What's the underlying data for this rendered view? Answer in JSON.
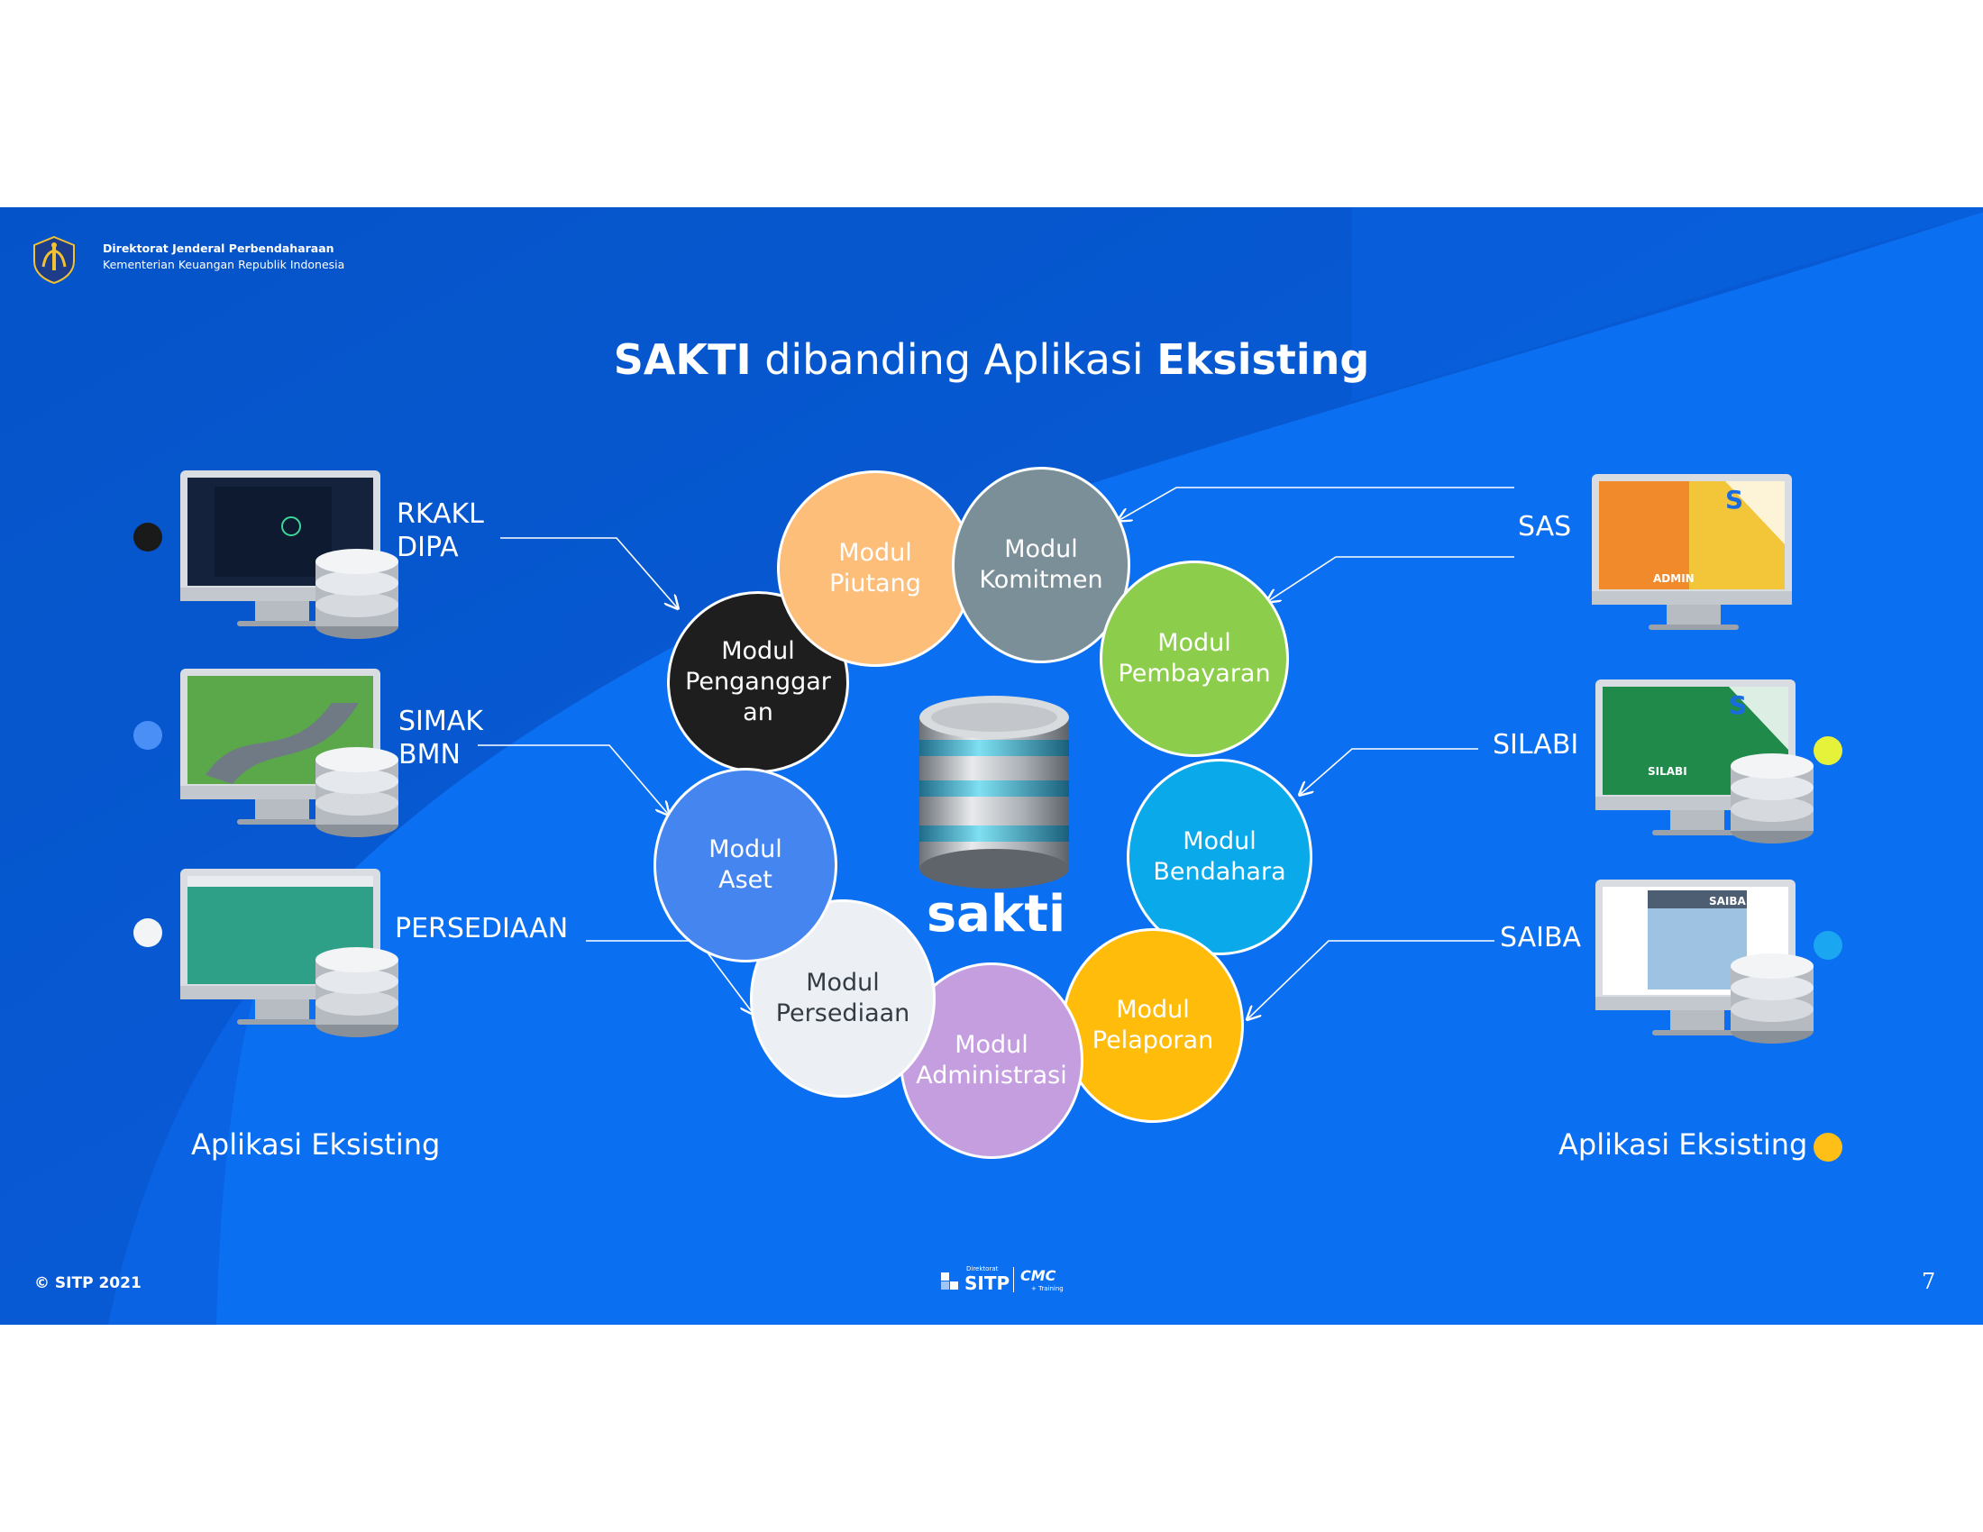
{
  "header": {
    "org_name": "Direktorat Jenderal Perbendaharaan",
    "org_sub": "Kementerian Keuangan Republik Indonesia"
  },
  "title": {
    "part1": "SAKTI",
    "part2": " dibanding Aplikasi ",
    "part3": "Eksisting"
  },
  "center_label": "sakti",
  "left_apps": [
    {
      "label": "RKAKL\nDIPA",
      "dot_color": "#1a1a1a"
    },
    {
      "label": "SIMAK\nBMN",
      "dot_color": "#4a8ff5"
    },
    {
      "label": "PERSEDIAAN",
      "dot_color": "#f2f4f6"
    }
  ],
  "right_apps": [
    {
      "label": "SAS",
      "dot_color": "#e6f23a",
      "screen_text": "ADMIN"
    },
    {
      "label": "SILABI",
      "dot_color": "#1aa6f0",
      "screen_text": "SILABI"
    },
    {
      "label": "SAIBA",
      "dot_color": "#ffbf16",
      "screen_text": "SAIBA"
    }
  ],
  "left_caption": "Aplikasi Eksisting",
  "right_caption": "Aplikasi Eksisting",
  "modules": [
    {
      "label": "Modul\nPiutang",
      "color": "#fcbe79"
    },
    {
      "label": "Modul\nKomitmen",
      "color": "#7b8f99"
    },
    {
      "label": "Modul\nPembayaran",
      "color": "#8ccd4c"
    },
    {
      "label": "Modul\nBendahara",
      "color": "#0aa9ea"
    },
    {
      "label": "Modul\nPelaporan",
      "color": "#ffbc0a"
    },
    {
      "label": "Modul\nAdministrasi",
      "color": "#c59ee0"
    },
    {
      "label": "Modul\nPersediaan",
      "color": "#eceff3"
    },
    {
      "label": "Modul\nAset",
      "color": "#4585f0"
    },
    {
      "label": "Modul\nPenganggar\nan",
      "color": "#1e1e1e"
    }
  ],
  "footer": {
    "copyright": "© SITP 2021",
    "logo_small": "Direktorat",
    "logo_sitp": "SITP",
    "logo_cmc": "CMC",
    "logo_training": "+ Training",
    "page_number": "7"
  }
}
